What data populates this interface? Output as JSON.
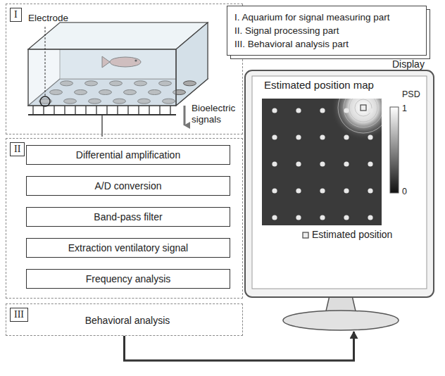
{
  "diagram": {
    "nodes": [
      {
        "text": [
          "I"
        ]
      },
      {
        "text": [
          "II"
        ]
      },
      {
        "text": [
          "Differential amplification"
        ],
        "in": 1
      },
      {
        "text": [
          "A/D conversion"
        ],
        "in": 1
      },
      {
        "text": [
          "Band-pass filter"
        ],
        "in": 1
      },
      {
        "text": [
          "Extraction ventilatory signal"
        ],
        "in": 1
      },
      {
        "text": [
          "Frequency analysis"
        ],
        "in": 1
      },
      {
        "text": [
          "III"
        ]
      },
      {
        "text": [
          "Behavioral analysis"
        ],
        "in": 7
      },
      {
        "text": [
          "I. Aquarium for signal measuring part",
          "II. Signal processing part",
          "III. Behavioral analysis part"
        ]
      },
      {
        "text": [
          "Display",
          "Estimated position map"
        ]
      }
    ],
    "edges": [
      {
        "from": 7,
        "to": 10,
        "arrow": "to"
      }
    ],
    "labels": [
      "Electrode",
      "Bioelectric signals",
      "PSD",
      "1",
      "0"
    ],
    "legend": [
      {
        "text": "Estimated position"
      }
    ]
  }
}
